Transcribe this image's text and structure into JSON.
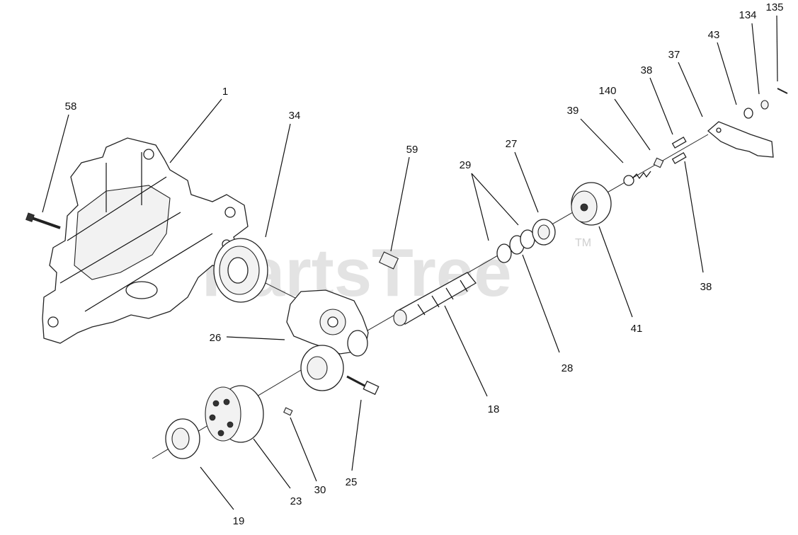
{
  "watermark": {
    "text": "PartsTree",
    "trademark": "TM"
  },
  "callouts": [
    {
      "id": "c-1",
      "text": "1"
    },
    {
      "id": "c-58",
      "text": "58"
    },
    {
      "id": "c-34",
      "text": "34"
    },
    {
      "id": "c-59",
      "text": "59"
    },
    {
      "id": "c-29",
      "text": "29"
    },
    {
      "id": "c-27",
      "text": "27"
    },
    {
      "id": "c-39",
      "text": "39"
    },
    {
      "id": "c-140",
      "text": "140"
    },
    {
      "id": "c-38a",
      "text": "38"
    },
    {
      "id": "c-37",
      "text": "37"
    },
    {
      "id": "c-43",
      "text": "43"
    },
    {
      "id": "c-134",
      "text": "134"
    },
    {
      "id": "c-135",
      "text": "135"
    },
    {
      "id": "c-38b",
      "text": "38"
    },
    {
      "id": "c-41",
      "text": "41"
    },
    {
      "id": "c-28",
      "text": "28"
    },
    {
      "id": "c-18",
      "text": "18"
    },
    {
      "id": "c-26",
      "text": "26"
    },
    {
      "id": "c-25",
      "text": "25"
    },
    {
      "id": "c-30",
      "text": "30"
    },
    {
      "id": "c-23",
      "text": "23"
    },
    {
      "id": "c-19",
      "text": "19"
    }
  ]
}
